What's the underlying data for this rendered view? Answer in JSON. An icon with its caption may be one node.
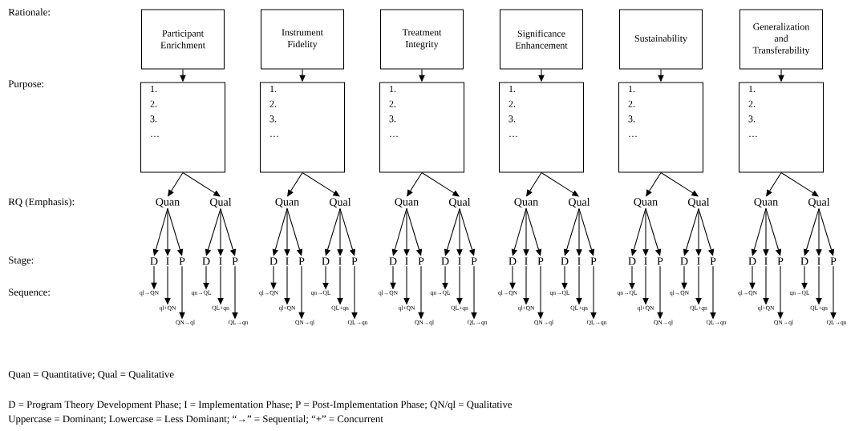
{
  "diagram": {
    "nodes": [
      {
        "text": [
          "Participant Enrichment"
        ]
      },
      {
        "text": [
          "1.",
          "2.",
          "3.",
          "…"
        ]
      },
      {
        "text": [
          "Quan"
        ]
      },
      {
        "text": [
          "Qual"
        ]
      },
      {
        "text": [
          "D"
        ]
      },
      {
        "text": [
          "I"
        ]
      },
      {
        "text": [
          "P"
        ]
      },
      {
        "text": [
          "D"
        ]
      },
      {
        "text": [
          "I"
        ]
      },
      {
        "text": [
          "P"
        ]
      },
      {
        "text": [
          "ql→QN"
        ]
      },
      {
        "text": [
          "ql+QN"
        ]
      },
      {
        "text": [
          "QN→ql"
        ]
      },
      {
        "text": [
          "qn→QL"
        ]
      },
      {
        "text": [
          "QL+qn"
        ]
      },
      {
        "text": [
          "QL→qn"
        ]
      },
      {
        "text": [
          "Instrument Fidelity"
        ]
      },
      {
        "text": [
          "1.",
          "2.",
          "3.",
          "…"
        ]
      },
      {
        "text": [
          "Quan"
        ]
      },
      {
        "text": [
          "Qual"
        ]
      },
      {
        "text": [
          "D"
        ]
      },
      {
        "text": [
          "I"
        ]
      },
      {
        "text": [
          "P"
        ]
      },
      {
        "text": [
          "D"
        ]
      },
      {
        "text": [
          "I"
        ]
      },
      {
        "text": [
          "P"
        ]
      },
      {
        "text": [
          "ql→QN"
        ]
      },
      {
        "text": [
          "ql+QN"
        ]
      },
      {
        "text": [
          "QN→ql"
        ]
      },
      {
        "text": [
          "qn→QL"
        ]
      },
      {
        "text": [
          "QL+qn"
        ]
      },
      {
        "text": [
          "QL→qn"
        ]
      },
      {
        "text": [
          "Treatment Integrity"
        ]
      },
      {
        "text": [
          "1.",
          "2.",
          "3.",
          "…"
        ]
      },
      {
        "text": [
          "Quan"
        ]
      },
      {
        "text": [
          "Qual"
        ]
      },
      {
        "text": [
          "D"
        ]
      },
      {
        "text": [
          "I"
        ]
      },
      {
        "text": [
          "P"
        ]
      },
      {
        "text": [
          "D"
        ]
      },
      {
        "text": [
          "I"
        ]
      },
      {
        "text": [
          "P"
        ]
      },
      {
        "text": [
          "ql→QN"
        ]
      },
      {
        "text": [
          "ql+QN"
        ]
      },
      {
        "text": [
          "QN→ql"
        ]
      },
      {
        "text": [
          "qn→QL"
        ]
      },
      {
        "text": [
          "QL+qn"
        ]
      },
      {
        "text": [
          "QL→qn"
        ]
      },
      {
        "text": [
          "Significance Enhancement"
        ]
      },
      {
        "text": [
          "1.",
          "2.",
          "3.",
          "…"
        ]
      },
      {
        "text": [
          "Quan"
        ]
      },
      {
        "text": [
          "Qual"
        ]
      },
      {
        "text": [
          "D"
        ]
      },
      {
        "text": [
          "I"
        ]
      },
      {
        "text": [
          "P"
        ]
      },
      {
        "text": [
          "D"
        ]
      },
      {
        "text": [
          "I"
        ]
      },
      {
        "text": [
          "P"
        ]
      },
      {
        "text": [
          "ql→QN"
        ]
      },
      {
        "text": [
          "ql+QN"
        ]
      },
      {
        "text": [
          "QN→ql"
        ]
      },
      {
        "text": [
          "qn→QL"
        ]
      },
      {
        "text": [
          "QL+qn"
        ]
      },
      {
        "text": [
          "QL→qn"
        ]
      },
      {
        "text": [
          "Sustainability"
        ]
      },
      {
        "text": [
          "1.",
          "2.",
          "3.",
          "…"
        ]
      },
      {
        "text": [
          "Quan"
        ]
      },
      {
        "text": [
          "Qual"
        ]
      },
      {
        "text": [
          "D"
        ]
      },
      {
        "text": [
          "I"
        ]
      },
      {
        "text": [
          "P"
        ]
      },
      {
        "text": [
          "D"
        ]
      },
      {
        "text": [
          "I"
        ]
      },
      {
        "text": [
          "P"
        ]
      },
      {
        "text": [
          "qn→QL"
        ]
      },
      {
        "text": [
          "ql+QN"
        ]
      },
      {
        "text": [
          "QN→ql"
        ]
      },
      {
        "text": [
          "ql→QN"
        ]
      },
      {
        "text": [
          "QL+qn"
        ]
      },
      {
        "text": [
          "QL→qn"
        ]
      },
      {
        "text": [
          "Generalization and Transferability"
        ]
      },
      {
        "text": [
          "1.",
          "2.",
          "3.",
          "…"
        ]
      },
      {
        "text": [
          "Quan"
        ]
      },
      {
        "text": [
          "Qual"
        ]
      },
      {
        "text": [
          "D"
        ]
      },
      {
        "text": [
          "I"
        ]
      },
      {
        "text": [
          "P"
        ]
      },
      {
        "text": [
          "D"
        ]
      },
      {
        "text": [
          "I"
        ]
      },
      {
        "text": [
          "P"
        ]
      },
      {
        "text": [
          "ql→QN"
        ]
      },
      {
        "text": [
          "ql+QN"
        ]
      },
      {
        "text": [
          "QN→ql"
        ]
      },
      {
        "text": [
          "qn→QL"
        ]
      },
      {
        "text": [
          "QL+qn"
        ]
      },
      {
        "text": [
          "QL→qn"
        ]
      }
    ],
    "edges": [
      {
        "from": 0,
        "to": 1,
        "arrow": "to"
      },
      {
        "from": 1,
        "to": 2,
        "arrow": "to"
      },
      {
        "from": 1,
        "to": 3,
        "arrow": "to"
      },
      {
        "from": 2,
        "to": 4,
        "arrow": "to"
      },
      {
        "from": 2,
        "to": 5,
        "arrow": "to"
      },
      {
        "from": 2,
        "to": 6,
        "arrow": "to"
      },
      {
        "from": 3,
        "to": 7,
        "arrow": "to"
      },
      {
        "from": 3,
        "to": 8,
        "arrow": "to"
      },
      {
        "from": 3,
        "to": 9,
        "arrow": "to"
      },
      {
        "from": 4,
        "to": 10,
        "arrow": "to"
      },
      {
        "from": 5,
        "to": 11,
        "arrow": "to"
      },
      {
        "from": 6,
        "to": 12,
        "arrow": "to"
      },
      {
        "from": 7,
        "to": 13,
        "arrow": "to"
      },
      {
        "from": 8,
        "to": 14,
        "arrow": "to"
      },
      {
        "from": 9,
        "to": 15,
        "arrow": "to"
      },
      {
        "from": 16,
        "to": 17,
        "arrow": "to"
      },
      {
        "from": 17,
        "to": 18,
        "arrow": "to"
      },
      {
        "from": 17,
        "to": 19,
        "arrow": "to"
      },
      {
        "from": 18,
        "to": 20,
        "arrow": "to"
      },
      {
        "from": 18,
        "to": 21,
        "arrow": "to"
      },
      {
        "from": 18,
        "to": 22,
        "arrow": "to"
      },
      {
        "from": 19,
        "to": 23,
        "arrow": "to"
      },
      {
        "from": 19,
        "to": 24,
        "arrow": "to"
      },
      {
        "from": 19,
        "to": 25,
        "arrow": "to"
      },
      {
        "from": 20,
        "to": 26,
        "arrow": "to"
      },
      {
        "from": 21,
        "to": 27,
        "arrow": "to"
      },
      {
        "from": 22,
        "to": 28,
        "arrow": "to"
      },
      {
        "from": 23,
        "to": 29,
        "arrow": "to"
      },
      {
        "from": 24,
        "to": 30,
        "arrow": "to"
      },
      {
        "from": 25,
        "to": 31,
        "arrow": "to"
      },
      {
        "from": 32,
        "to": 33,
        "arrow": "to"
      },
      {
        "from": 33,
        "to": 34,
        "arrow": "to"
      },
      {
        "from": 33,
        "to": 35,
        "arrow": "to"
      },
      {
        "from": 34,
        "to": 36,
        "arrow": "to"
      },
      {
        "from": 34,
        "to": 37,
        "arrow": "to"
      },
      {
        "from": 34,
        "to": 38,
        "arrow": "to"
      },
      {
        "from": 35,
        "to": 39,
        "arrow": "to"
      },
      {
        "from": 35,
        "to": 40,
        "arrow": "to"
      },
      {
        "from": 35,
        "to": 41,
        "arrow": "to"
      },
      {
        "from": 36,
        "to": 42,
        "arrow": "to"
      },
      {
        "from": 37,
        "to": 43,
        "arrow": "to"
      },
      {
        "from": 38,
        "to": 44,
        "arrow": "to"
      },
      {
        "from": 39,
        "to": 45,
        "arrow": "to"
      },
      {
        "from": 40,
        "to": 46,
        "arrow": "to"
      },
      {
        "from": 41,
        "to": 47,
        "arrow": "to"
      },
      {
        "from": 48,
        "to": 49,
        "arrow": "to"
      },
      {
        "from": 49,
        "to": 50,
        "arrow": "to"
      },
      {
        "from": 49,
        "to": 51,
        "arrow": "to"
      },
      {
        "from": 50,
        "to": 52,
        "arrow": "to"
      },
      {
        "from": 50,
        "to": 53,
        "arrow": "to"
      },
      {
        "from": 50,
        "to": 54,
        "arrow": "to"
      },
      {
        "from": 51,
        "to": 55,
        "arrow": "to"
      },
      {
        "from": 51,
        "to": 56,
        "arrow": "to"
      },
      {
        "from": 51,
        "to": 57,
        "arrow": "to"
      },
      {
        "from": 52,
        "to": 58,
        "arrow": "to"
      },
      {
        "from": 53,
        "to": 59,
        "arrow": "to"
      },
      {
        "from": 54,
        "to": 60,
        "arrow": "to"
      },
      {
        "from": 55,
        "to": 61,
        "arrow": "to"
      },
      {
        "from": 56,
        "to": 62,
        "arrow": "to"
      },
      {
        "from": 57,
        "to": 63,
        "arrow": "to"
      },
      {
        "from": 64,
        "to": 65,
        "arrow": "to"
      },
      {
        "from": 65,
        "to": 66,
        "arrow": "to"
      },
      {
        "from": 65,
        "to": 67,
        "arrow": "to"
      },
      {
        "from": 66,
        "to": 68,
        "arrow": "to"
      },
      {
        "from": 66,
        "to": 69,
        "arrow": "to"
      },
      {
        "from": 66,
        "to": 70,
        "arrow": "to"
      },
      {
        "from": 67,
        "to": 71,
        "arrow": "to"
      },
      {
        "from": 67,
        "to": 72,
        "arrow": "to"
      },
      {
        "from": 67,
        "to": 73,
        "arrow": "to"
      },
      {
        "from": 68,
        "to": 74,
        "arrow": "to"
      },
      {
        "from": 69,
        "to": 75,
        "arrow": "to"
      },
      {
        "from": 70,
        "to": 76,
        "arrow": "to"
      },
      {
        "from": 71,
        "to": 77,
        "arrow": "to"
      },
      {
        "from": 72,
        "to": 78,
        "arrow": "to"
      },
      {
        "from": 73,
        "to": 79,
        "arrow": "to"
      },
      {
        "from": 80,
        "to": 81,
        "arrow": "to"
      },
      {
        "from": 81,
        "to": 82,
        "arrow": "to"
      },
      {
        "from": 81,
        "to": 83,
        "arrow": "to"
      },
      {
        "from": 82,
        "to": 84,
        "arrow": "to"
      },
      {
        "from": 82,
        "to": 85,
        "arrow": "to"
      },
      {
        "from": 82,
        "to": 86,
        "arrow": "to"
      },
      {
        "from": 83,
        "to": 87,
        "arrow": "to"
      },
      {
        "from": 83,
        "to": 88,
        "arrow": "to"
      },
      {
        "from": 83,
        "to": 89,
        "arrow": "to"
      },
      {
        "from": 84,
        "to": 90,
        "arrow": "to"
      },
      {
        "from": 85,
        "to": 91,
        "arrow": "to"
      },
      {
        "from": 86,
        "to": 92,
        "arrow": "to"
      },
      {
        "from": 87,
        "to": 93,
        "arrow": "to"
      },
      {
        "from": 88,
        "to": 94,
        "arrow": "to"
      },
      {
        "from": 89,
        "to": 95,
        "arrow": "to"
      }
    ],
    "labels": [
      "Rationale:",
      "Purpose:",
      "RQ (Emphasis):",
      "Stage:",
      "Sequence:",
      "Quan = Quantitative; Qual = Qualitative",
      "D = Program Theory Development Phase; I = Implementation Phase; P = Post-Implementation Phase; QN/ql = Qualitative",
      "Uppercase = Dominant; Lowercase = Less Dominant; “→” = Sequential; “+” = Concurrent"
    ]
  }
}
